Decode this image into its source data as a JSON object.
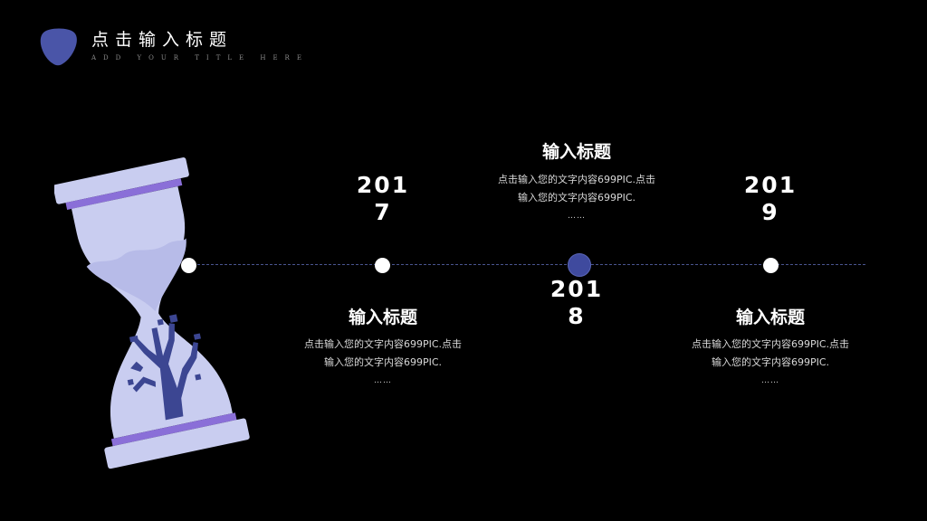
{
  "header": {
    "title": "点击输入标题",
    "subtitle": "ADD YOUR TITLE HERE"
  },
  "colors": {
    "background": "#000000",
    "accent": "#3f4a9e",
    "logo": "#4a55a8",
    "hourglass_light": "#c9cdf0",
    "hourglass_band": "#8a6fd8",
    "tree": "#3c4692"
  },
  "timeline": {
    "milestones": [
      {
        "year_line1": "201",
        "year_line2": "7",
        "heading": "输入标题",
        "text_line1": "点击输入您的文字内容699PIC.点击",
        "text_line2": "输入您的文字内容699PIC.",
        "ellipsis": "……"
      },
      {
        "year_line1": "201",
        "year_line2": "8",
        "heading": "输入标题",
        "text_line1": "点击输入您的文字内容699PIC.点击",
        "text_line2": "输入您的文字内容699PIC.",
        "ellipsis": "……"
      },
      {
        "year_line1": "201",
        "year_line2": "9",
        "heading": "输入标题",
        "text_line1": "点击输入您的文字内容699PIC.点击",
        "text_line2": "输入您的文字内容699PIC.",
        "ellipsis": "……"
      }
    ]
  }
}
